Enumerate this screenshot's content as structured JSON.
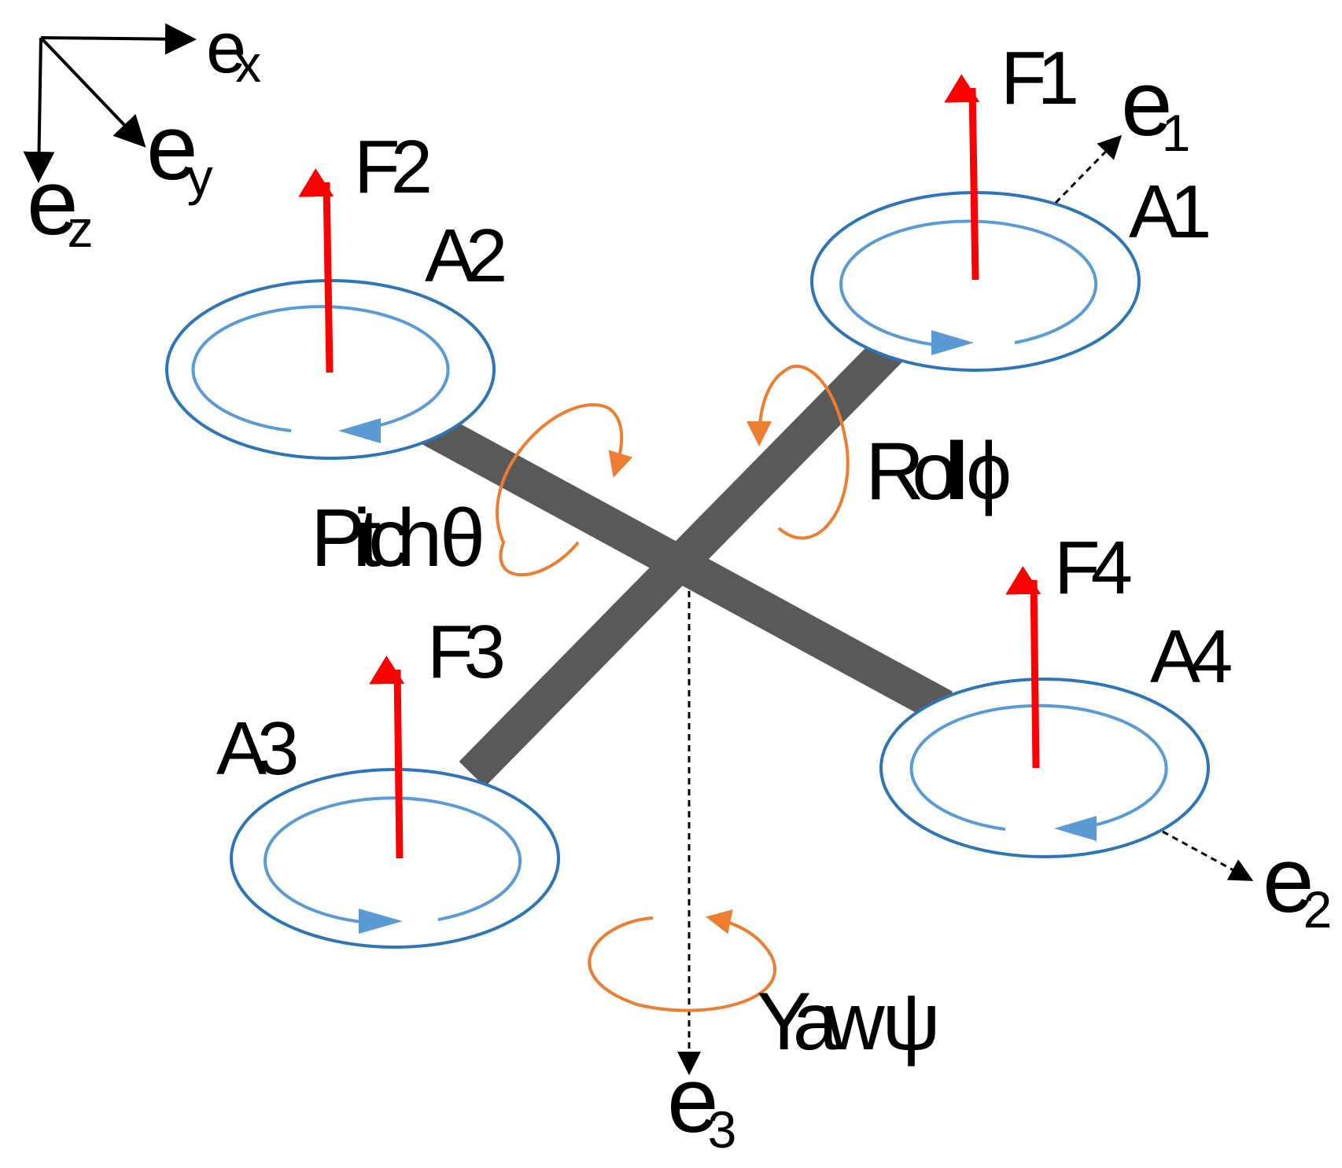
{
  "colors": {
    "frame": "#595959",
    "rotor_outer": "#2e75b6",
    "rotor_inner": "#5b9bd5",
    "force": "#ff0000",
    "rotation": "#ed7d31",
    "axis": "#000000"
  },
  "frame_axes": {
    "ex": {
      "base": "e",
      "sub": "x"
    },
    "ey": {
      "base": "e",
      "sub": "y"
    },
    "ez": {
      "base": "e",
      "sub": "z"
    }
  },
  "body_axes": {
    "e1": {
      "base": "e",
      "sub": "1"
    },
    "e2": {
      "base": "e",
      "sub": "2"
    },
    "e3": {
      "base": "e",
      "sub": "3"
    }
  },
  "rotors": [
    {
      "id": "A1",
      "label": "A1",
      "force": "F1",
      "spin": "ccw"
    },
    {
      "id": "A2",
      "label": "A2",
      "force": "F2",
      "spin": "cw"
    },
    {
      "id": "A3",
      "label": "A3",
      "force": "F3",
      "spin": "ccw"
    },
    {
      "id": "A4",
      "label": "A4",
      "force": "F4",
      "spin": "cw"
    }
  ],
  "rotations": {
    "pitch": "Pitch θ",
    "roll": "Roll ϕ",
    "yaw": "Yaw ψ"
  }
}
